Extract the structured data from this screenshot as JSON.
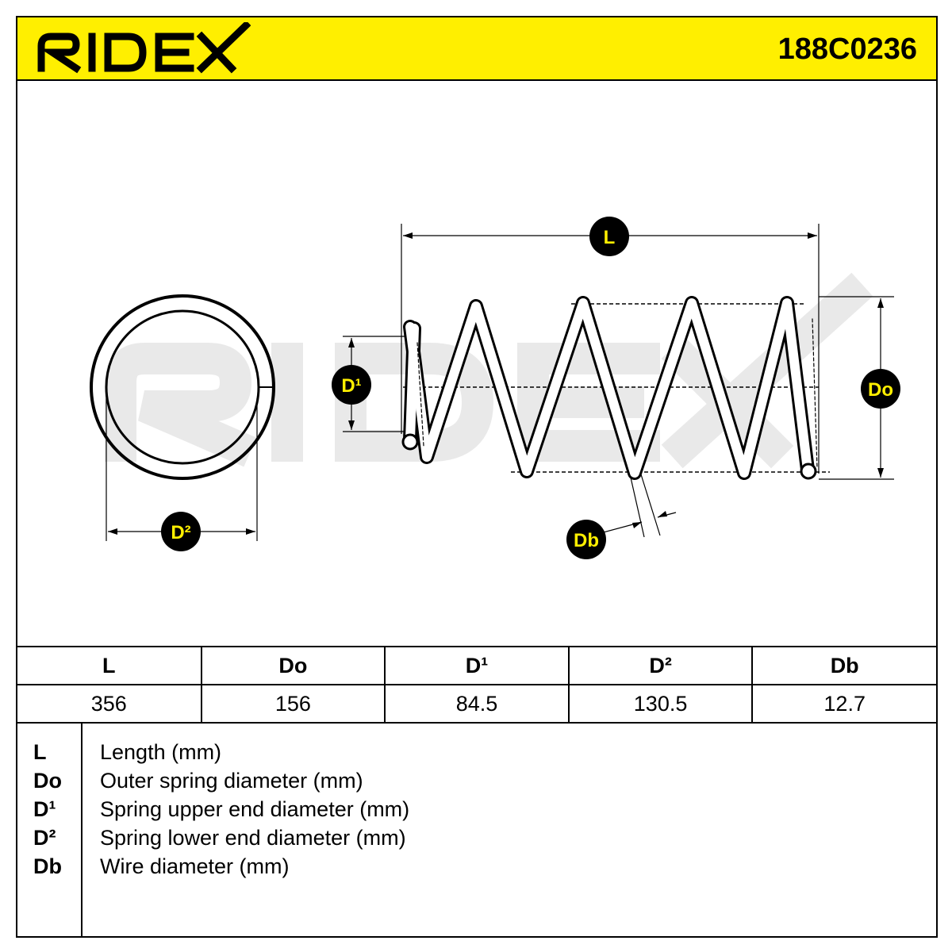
{
  "header": {
    "brand": "RIDEX",
    "part_number": "188C0236",
    "accent_color": "#ffef00"
  },
  "drawing": {
    "labels": {
      "L": "L",
      "Do": "Do",
      "D1": "D¹",
      "D2": "D²",
      "Db": "Db"
    },
    "watermark": "RIDEX"
  },
  "specs": {
    "headers": [
      "L",
      "Do",
      "D¹",
      "D²",
      "Db"
    ],
    "values": [
      "356",
      "156",
      "84.5",
      "130.5",
      "12.7"
    ]
  },
  "legend": [
    {
      "key": "L",
      "desc": "Length (mm)"
    },
    {
      "key": "Do",
      "desc": "Outer spring diameter (mm)"
    },
    {
      "key": "D¹",
      "desc": "Spring upper end diameter (mm)"
    },
    {
      "key": "D²",
      "desc": "Spring lower end diameter (mm)"
    },
    {
      "key": "Db",
      "desc": "Wire diameter (mm)"
    }
  ]
}
